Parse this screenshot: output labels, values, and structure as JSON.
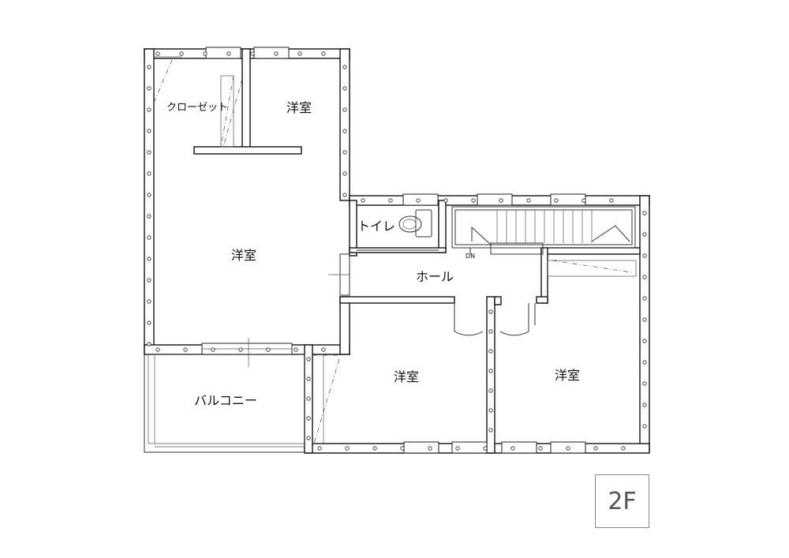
{
  "floor_label": "2F",
  "rooms": {
    "closet": "クローゼット",
    "western_room_top": "洋室",
    "western_room_main": "洋室",
    "toilet": "トイレ",
    "hall": "ホール",
    "balcony": "バルコニー",
    "western_room_bottom_left": "洋室",
    "western_room_bottom_right": "洋室"
  },
  "stair_marker": "DN"
}
